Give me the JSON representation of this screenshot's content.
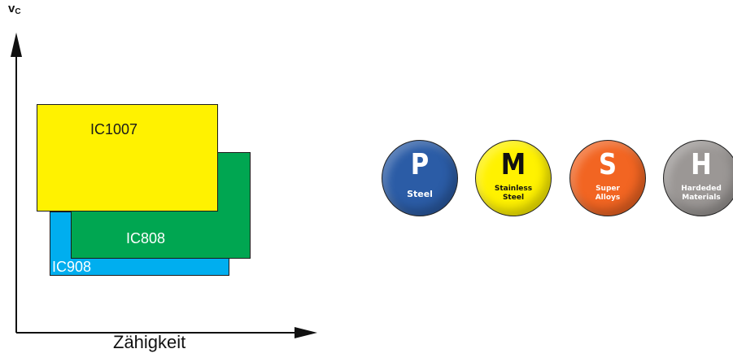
{
  "diagram": {
    "y_axis_label": "v",
    "y_axis_subscript": "C",
    "x_axis_label": "Zähigkeit",
    "grades": [
      {
        "name": "IC908",
        "color": "#00aeef"
      },
      {
        "name": "IC808",
        "color": "#00a651"
      },
      {
        "name": "IC1007",
        "color": "#fff200"
      }
    ]
  },
  "materials": [
    {
      "letter": "P",
      "name": "Steel",
      "color": "#2b5ca6",
      "text_color": "#ffffff"
    },
    {
      "letter": "M",
      "name_line1": "Stainless",
      "name_line2": "Steel",
      "color": "#fff200",
      "text_color": "#111111"
    },
    {
      "letter": "S",
      "name_line1": "Super",
      "name_line2": "Alloys",
      "color": "#f26522",
      "text_color": "#ffffff"
    },
    {
      "letter": "H",
      "name_line1": "Hardeded",
      "name_line2": "Materials",
      "color": "#9b9795",
      "text_color": "#ffffff"
    }
  ]
}
